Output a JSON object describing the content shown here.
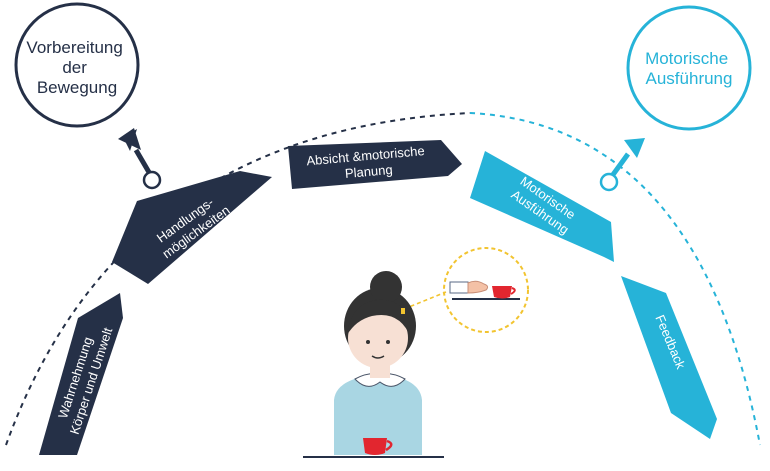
{
  "goal_left": {
    "lines": [
      "Vorbereitung",
      "der",
      "Bewegung"
    ],
    "color": "#253047"
  },
  "goal_right": {
    "lines": [
      "Motorische",
      "Ausführung"
    ],
    "color": "#26b3d8"
  },
  "steps": [
    {
      "lines": [
        "Wahrnehmung",
        "Körper und Umwelt"
      ],
      "color": "#253047"
    },
    {
      "lines": [
        "Handlungs-",
        "möglichkeiten"
      ],
      "color": "#253047"
    },
    {
      "lines": [
        "Absicht &motorische",
        "Planung"
      ],
      "color": "#253047"
    },
    {
      "lines": [
        "Motorische",
        "Ausführung"
      ],
      "color": "#26b3d8"
    },
    {
      "lines": [
        "Feedback"
      ],
      "color": "#26b3d8"
    }
  ],
  "colors": {
    "dark": "#253047",
    "cyan": "#26b3d8",
    "thought": "#f2c430",
    "cup": "#e2262f"
  },
  "icons": [
    "person-illustration",
    "thought-bubble-icon",
    "hand-icon",
    "cup-icon"
  ]
}
